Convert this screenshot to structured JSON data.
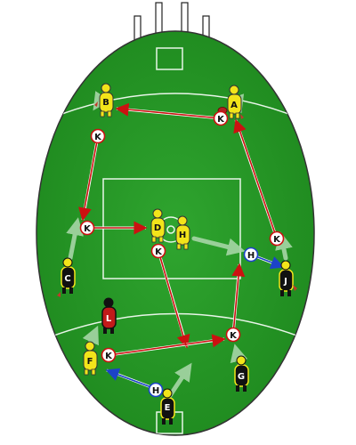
{
  "colors": {
    "field_dark": "#1f8a1f",
    "field_light": "#2fa52f",
    "field_line": "#e8f5e8",
    "pass_kick": "#cc1111",
    "pass_hand": "#1c43c8",
    "lead_arrow": "#a6d6a6",
    "player_yellow": "#f2e41a",
    "player_black": "#111111",
    "player_red": "#c21a1a",
    "ball": "#b22222"
  },
  "markers": {
    "kick_label": "K",
    "handball_label": "H"
  },
  "players": [
    {
      "id": "A",
      "label": "A",
      "team": "yellow"
    },
    {
      "id": "B",
      "label": "B",
      "team": "yellow"
    },
    {
      "id": "C",
      "label": "C",
      "team": "black"
    },
    {
      "id": "D",
      "label": "D",
      "team": "yellow"
    },
    {
      "id": "E",
      "label": "E",
      "team": "black"
    },
    {
      "id": "F",
      "label": "F",
      "team": "yellow"
    },
    {
      "id": "G",
      "label": "G",
      "team": "black"
    },
    {
      "id": "H",
      "label": "H",
      "team": "yellow"
    },
    {
      "id": "J",
      "label": "J",
      "team": "black"
    },
    {
      "id": "L",
      "label": "L",
      "team": "red"
    }
  ]
}
